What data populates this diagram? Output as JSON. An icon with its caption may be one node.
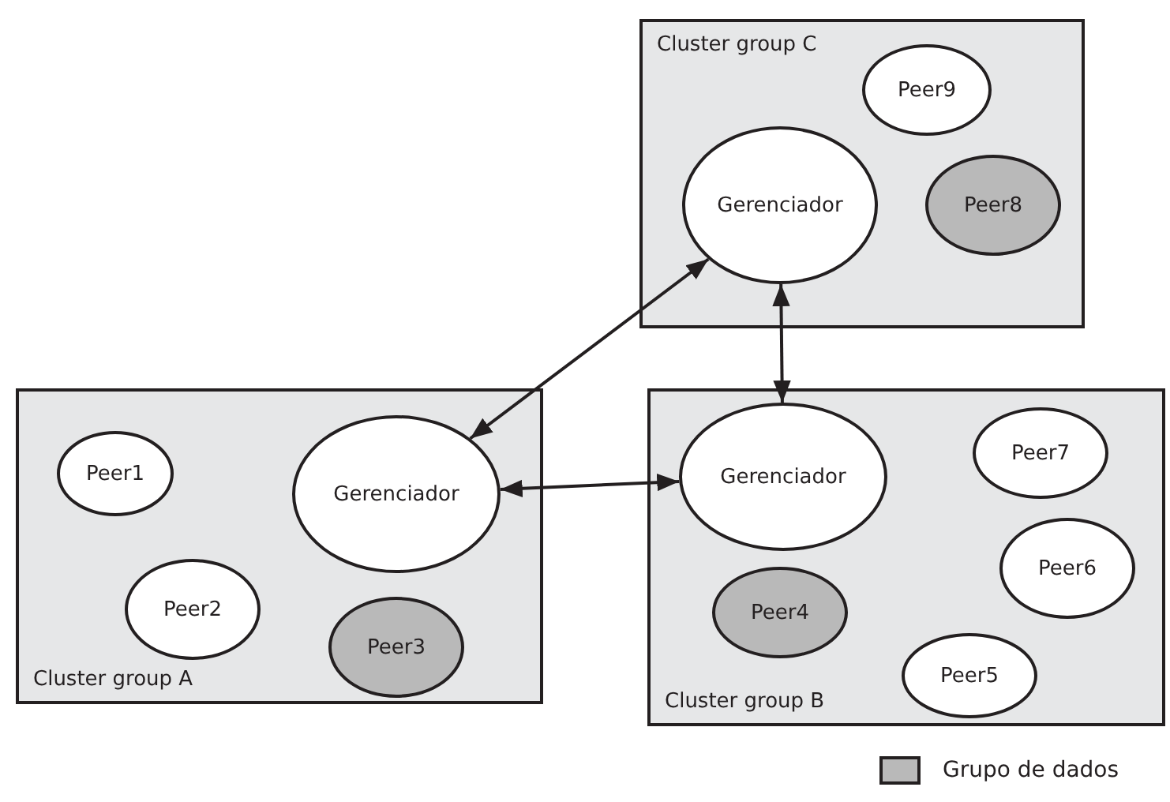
{
  "diagram": {
    "nodes": [
      {
        "text": [
          "Cluster group C"
        ]
      },
      {
        "text": [
          "Gerenciador"
        ],
        "in": 0
      },
      {
        "text": [
          "Peer9"
        ],
        "in": 0
      },
      {
        "text": [
          "Peer8"
        ],
        "in": 0
      },
      {
        "text": [
          "Cluster group A"
        ]
      },
      {
        "text": [
          "Peer1"
        ],
        "in": 4
      },
      {
        "text": [
          "Gerenciador"
        ],
        "in": 4
      },
      {
        "text": [
          "Peer2"
        ],
        "in": 4
      },
      {
        "text": [
          "Peer3"
        ],
        "in": 4
      },
      {
        "text": [
          "Cluster group B"
        ]
      },
      {
        "text": [
          "Gerenciador"
        ],
        "in": 9
      },
      {
        "text": [
          "Peer7"
        ],
        "in": 9
      },
      {
        "text": [
          "Peer6"
        ],
        "in": 9
      },
      {
        "text": [
          "Peer4"
        ],
        "in": 9
      },
      {
        "text": [
          "Peer5"
        ],
        "in": 9
      }
    ],
    "edges": [
      {
        "from": 1,
        "to": 6,
        "arrow": "both"
      },
      {
        "from": 6,
        "to": 10,
        "arrow": "both"
      },
      {
        "from": 1,
        "to": 10,
        "arrow": "both"
      }
    ],
    "legend": [
      {
        "text": "Grupo de dados",
        "color": "#b9b9b9"
      }
    ]
  }
}
